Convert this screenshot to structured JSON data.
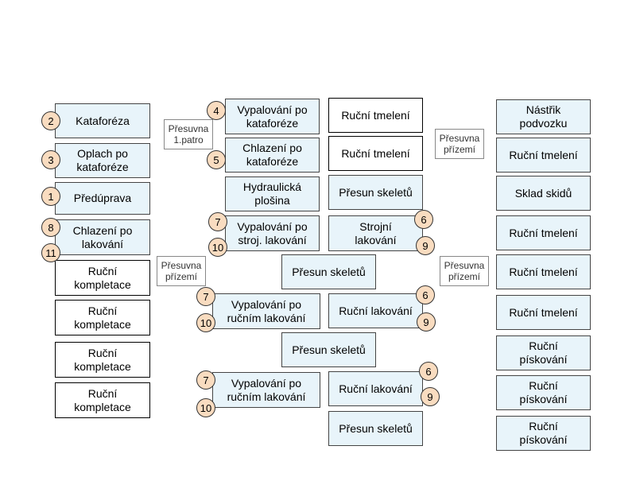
{
  "colors": {
    "station_fill": "#e8f4fa",
    "badge_fill": "#f9dcc0",
    "border": "#000000"
  },
  "left": {
    "kataforeza": "Kataforéza",
    "oplach": "Oplach po\nkataforéze",
    "predupava": "Předúprava",
    "chlazeni_lakovani": "Chlazení po\nlakování",
    "kompletace_1": "Ruční\nkompletace",
    "kompletace_2": "Ruční\nkompletace",
    "kompletace_3": "Ruční\nkompletace",
    "kompletace_4": "Ruční\nkompletace"
  },
  "labels": {
    "presuvna_patro": "Přesuvna\n1.patro",
    "presuvna_prizemi_left": "Přesuvna\npřízemí",
    "presuvna_prizemi_mid": "Přesuvna\npřízemí",
    "presuvna_prizemi_right": "Přesuvna\npřízemí"
  },
  "middle": {
    "vypalovani_kataforeze": "Vypalování po\nkataforéze",
    "chlazeni_kataforeze": "Chlazení po\nkataforéze",
    "hydraulicka": "Hydraulická\nplošina",
    "vypalovani_stroj": "Vypalování po\nstroj. lakování",
    "presun_1": "Přesun skeletů",
    "vypalovani_rucnim_1": "Vypalování po\nručním  lakování",
    "presun_2": "Přesun skeletů",
    "vypalovani_rucnim_2": "Vypalování po\nručním  lakování"
  },
  "col3": {
    "tmeleni_1": "Ruční tmelení",
    "tmeleni_2": "Ruční tmelení",
    "presun": "Přesun skeletů",
    "strojni": "Strojní\nlakování",
    "rucni_lakovani_1": "Ruční lakování",
    "rucni_lakovani_2": "Ruční lakování",
    "presun_bottom": "Přesun skeletů"
  },
  "right": {
    "nastrik": "Nástřik\npodvozku",
    "tmeleni_1": "Ruční tmelení",
    "sklad": "Sklad skidů",
    "tmeleni_2": "Ruční tmelení",
    "tmeleni_3": "Ruční tmelení",
    "tmeleni_4": "Ruční tmelení",
    "piskovani_1": "Ruční\npískování",
    "piskovani_2": "Ruční\npískování",
    "piskovani_3": "Ruční\npískování"
  },
  "badges": {
    "b2": "2",
    "b3": "3",
    "b1": "1",
    "b8": "8",
    "b11": "11",
    "b4": "4",
    "b5": "5",
    "b7a": "7",
    "b10a": "10",
    "b6a": "6",
    "b9a": "9",
    "b7b": "7",
    "b10b": "10",
    "b6b": "6",
    "b9b": "9",
    "b7c": "7",
    "b10c": "10",
    "b6c": "6",
    "b9c": "9"
  }
}
